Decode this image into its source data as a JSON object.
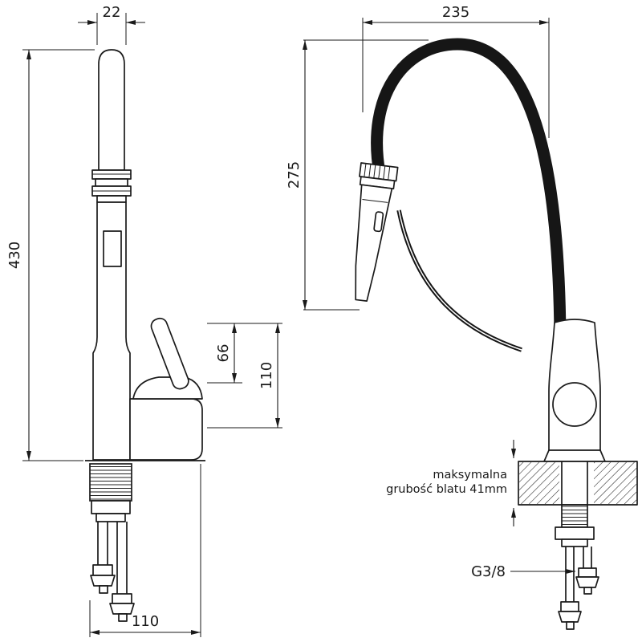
{
  "page": {
    "background": "#ffffff",
    "line_color": "#1a1a1a"
  },
  "side_view": {
    "dim_spout_width": "22",
    "dim_total_height": "430",
    "dim_lever_rise": "66",
    "dim_lever_total": "110",
    "dim_base_depth": "110"
  },
  "front_view": {
    "dim_reach": "235",
    "dim_spout_height": "275",
    "note_line1": "maksymalna",
    "note_line2": "grubość blatu 41mm",
    "thread_label": "G3/8"
  }
}
